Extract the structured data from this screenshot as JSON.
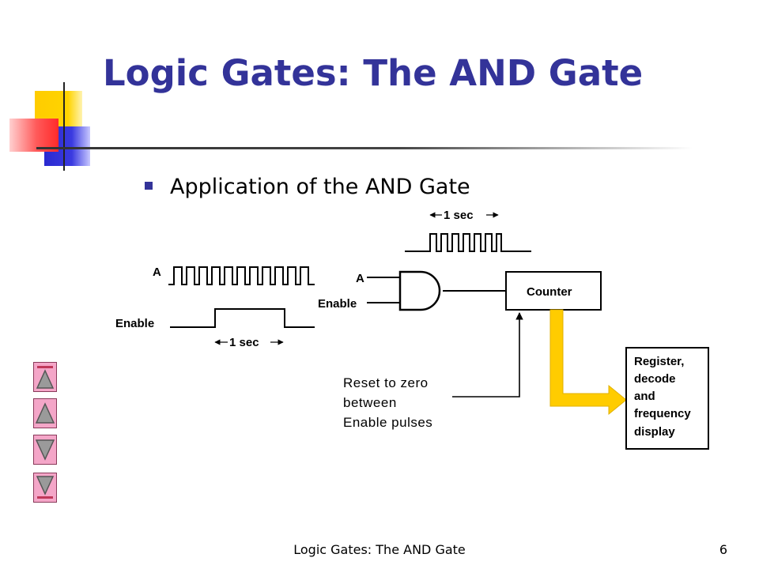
{
  "slide": {
    "title": "Logic Gates: The AND Gate",
    "bullet": "Application of the AND Gate"
  },
  "diagram": {
    "signal_a_label": "A",
    "signal_enable_label": "Enable",
    "pulse_width_label": "1 sec",
    "gate_input_a_label": "A",
    "gate_input_enable_label": "Enable",
    "counter_label": "Counter",
    "reset_note": [
      "Reset to zero",
      "between",
      "Enable pulses"
    ],
    "register_label": [
      "Register,",
      "decode",
      "and",
      "frequency",
      "display"
    ],
    "colors": {
      "bus_arrow": "#ffcc00",
      "title": "#333399"
    }
  },
  "nav": {
    "buttons": [
      "first-slide-icon",
      "previous-slide-icon",
      "next-slide-icon",
      "last-slide-icon"
    ],
    "color": "#f4a6c8"
  },
  "footer": {
    "title": "Logic Gates: The AND Gate",
    "page_number": "6"
  }
}
